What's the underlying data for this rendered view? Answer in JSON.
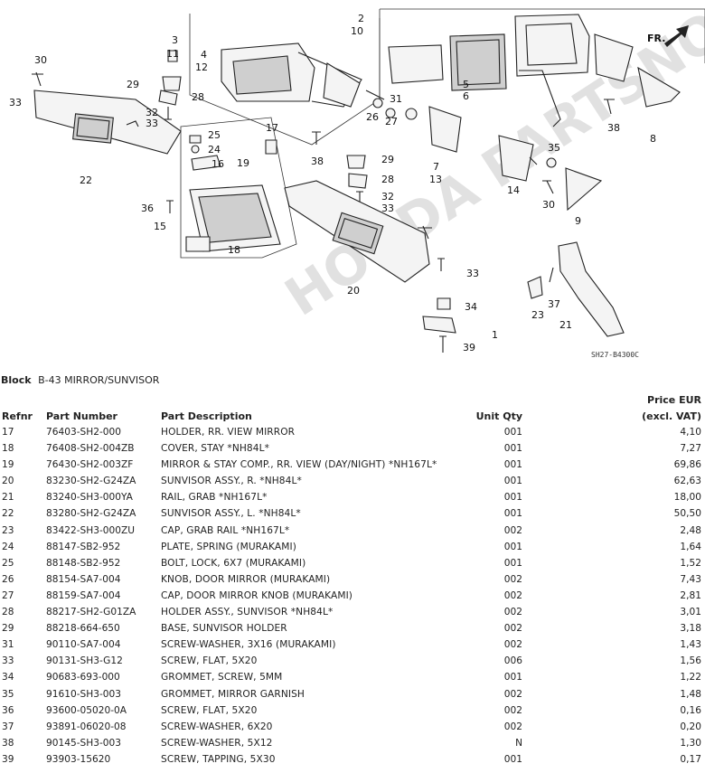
{
  "diagram": {
    "code": "SH27-B4300C",
    "direction_label": "FR.",
    "watermark": "HONDA PARTSNOW",
    "callouts": [
      "1",
      "2",
      "3",
      "4",
      "5",
      "6",
      "7",
      "8",
      "9",
      "10",
      "11",
      "12",
      "13",
      "14",
      "15",
      "16",
      "17",
      "18",
      "19",
      "20",
      "21",
      "22",
      "23",
      "24",
      "25",
      "26",
      "27",
      "28",
      "29",
      "30",
      "31",
      "32",
      "33",
      "34",
      "35",
      "36",
      "37",
      "38",
      "39"
    ]
  },
  "block": {
    "label": "Block",
    "name": "B-43 MIRROR/SUNVISOR"
  },
  "table": {
    "headers": {
      "ref": "Refnr",
      "part_number": "Part Number",
      "description": "Part Description",
      "qty": "Unit Qty",
      "price_line1": "Price EUR",
      "price_line2": "(excl. VAT)"
    },
    "rows": [
      {
        "ref": "17",
        "pn": "76403-SH2-000",
        "desc": "HOLDER, RR. VIEW MIRROR",
        "qty": "001",
        "price": "4,10"
      },
      {
        "ref": "18",
        "pn": "76408-SH2-004ZB",
        "desc": "COVER, STAY *NH84L*",
        "qty": "001",
        "price": "7,27"
      },
      {
        "ref": "19",
        "pn": "76430-SH2-003ZF",
        "desc": "MIRROR & STAY COMP., RR. VIEW (DAY/NIGHT) *NH167L*",
        "qty": "001",
        "price": "69,86"
      },
      {
        "ref": "20",
        "pn": "83230-SH2-G24ZA",
        "desc": "SUNVISOR ASSY., R. *NH84L*",
        "qty": "001",
        "price": "62,63"
      },
      {
        "ref": "21",
        "pn": "83240-SH3-000YA",
        "desc": "RAIL, GRAB *NH167L*",
        "qty": "001",
        "price": "18,00"
      },
      {
        "ref": "22",
        "pn": "83280-SH2-G24ZA",
        "desc": "SUNVISOR ASSY., L. *NH84L*",
        "qty": "001",
        "price": "50,50"
      },
      {
        "ref": "23",
        "pn": "83422-SH3-000ZU",
        "desc": "CAP, GRAB RAIL *NH167L*",
        "qty": "002",
        "price": "2,48"
      },
      {
        "ref": "24",
        "pn": "88147-SB2-952",
        "desc": "PLATE, SPRING (MURAKAMI)",
        "qty": "001",
        "price": "1,64"
      },
      {
        "ref": "25",
        "pn": "88148-SB2-952",
        "desc": "BOLT, LOCK, 6X7 (MURAKAMI)",
        "qty": "001",
        "price": "1,52"
      },
      {
        "ref": "26",
        "pn": "88154-SA7-004",
        "desc": "KNOB, DOOR MIRROR (MURAKAMI)",
        "qty": "002",
        "price": "7,43"
      },
      {
        "ref": "27",
        "pn": "88159-SA7-004",
        "desc": "CAP, DOOR MIRROR KNOB (MURAKAMI)",
        "qty": "002",
        "price": "2,81"
      },
      {
        "ref": "28",
        "pn": "88217-SH2-G01ZA",
        "desc": "HOLDER ASSY., SUNVISOR *NH84L*",
        "qty": "002",
        "price": "3,01"
      },
      {
        "ref": "29",
        "pn": "88218-664-650",
        "desc": "BASE, SUNVISOR HOLDER",
        "qty": "002",
        "price": "3,18"
      },
      {
        "ref": "31",
        "pn": "90110-SA7-004",
        "desc": "SCREW-WASHER, 3X16 (MURAKAMI)",
        "qty": "002",
        "price": "1,43"
      },
      {
        "ref": "33",
        "pn": "90131-SH3-G12",
        "desc": "SCREW, FLAT, 5X20",
        "qty": "006",
        "price": "1,56"
      },
      {
        "ref": "34",
        "pn": "90683-693-000",
        "desc": "GROMMET, SCREW, 5MM",
        "qty": "001",
        "price": "1,22"
      },
      {
        "ref": "35",
        "pn": "91610-SH3-003",
        "desc": "GROMMET, MIRROR GARNISH",
        "qty": "002",
        "price": "1,48"
      },
      {
        "ref": "36",
        "pn": "93600-05020-0A",
        "desc": "SCREW, FLAT, 5X20",
        "qty": "002",
        "price": "0,16"
      },
      {
        "ref": "37",
        "pn": "93891-06020-08",
        "desc": "SCREW-WASHER, 6X20",
        "qty": "002",
        "price": "0,20"
      },
      {
        "ref": "38",
        "pn": "90145-SH3-003",
        "desc": "SCREW-WASHER, 5X12",
        "qty": "N",
        "price": "1,30"
      },
      {
        "ref": "39",
        "pn": "93903-15620",
        "desc": "SCREW, TAPPING, 5X30",
        "qty": "001",
        "price": "0,17"
      }
    ]
  }
}
